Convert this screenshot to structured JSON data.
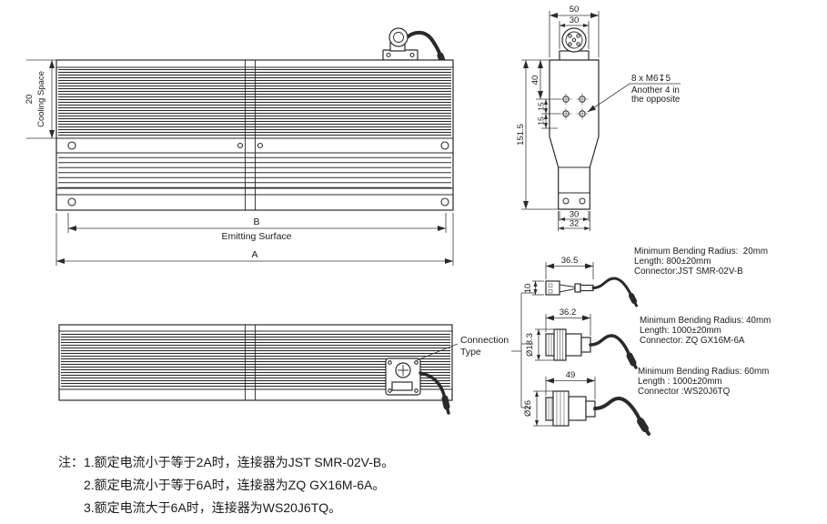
{
  "front_view": {
    "cooling_space_value": "20",
    "cooling_space_label": "Cooling Space",
    "width_b": "B",
    "emitting_surface": "Emitting Surface",
    "width_a": "A"
  },
  "side_view": {
    "top_width": "50",
    "top_inner_width": "30",
    "hole_offset": "40",
    "hole_pitch_1": "15",
    "hole_pitch_2": "15",
    "total_height": "151.5",
    "thread_callout": "8 x M6↧5",
    "thread_note_1": "Another 4 in",
    "thread_note_2": "the opposite",
    "bottom_inner_width": "30",
    "bottom_width": "32"
  },
  "connection": {
    "label_line1": "Connection",
    "label_line2": "Type"
  },
  "connectors": [
    {
      "length_dim": "36.5",
      "height_dim": "10",
      "bend_radius": "Minimum Bending Radius:  20mm",
      "length": "Length: 800±20mm",
      "connector": "Connector:JST SMR-02V-B"
    },
    {
      "length_dim": "36.2",
      "height_dim": "Ø18.3",
      "bend_radius": "Minimum Bending Radius: 40mm",
      "length": "Length: 1000±20mm",
      "connector": "Connector: ZQ GX16M-6A"
    },
    {
      "length_dim": "49",
      "height_dim": "Ø26",
      "bend_radius": "Minimum Bending Radius: 60mm",
      "length": "Length : 1000±20mm",
      "connector": "Connector :WS20J6TQ"
    }
  ],
  "notes": [
    "注：1.额定电流小于等于2A时，连接器为JST SMR-02V-B。",
    "2.额定电流小于等于6A时，连接器为ZQ GX16M-6A。",
    "3.额定电流大于6A时，连接器为WS20J6TQ。"
  ]
}
